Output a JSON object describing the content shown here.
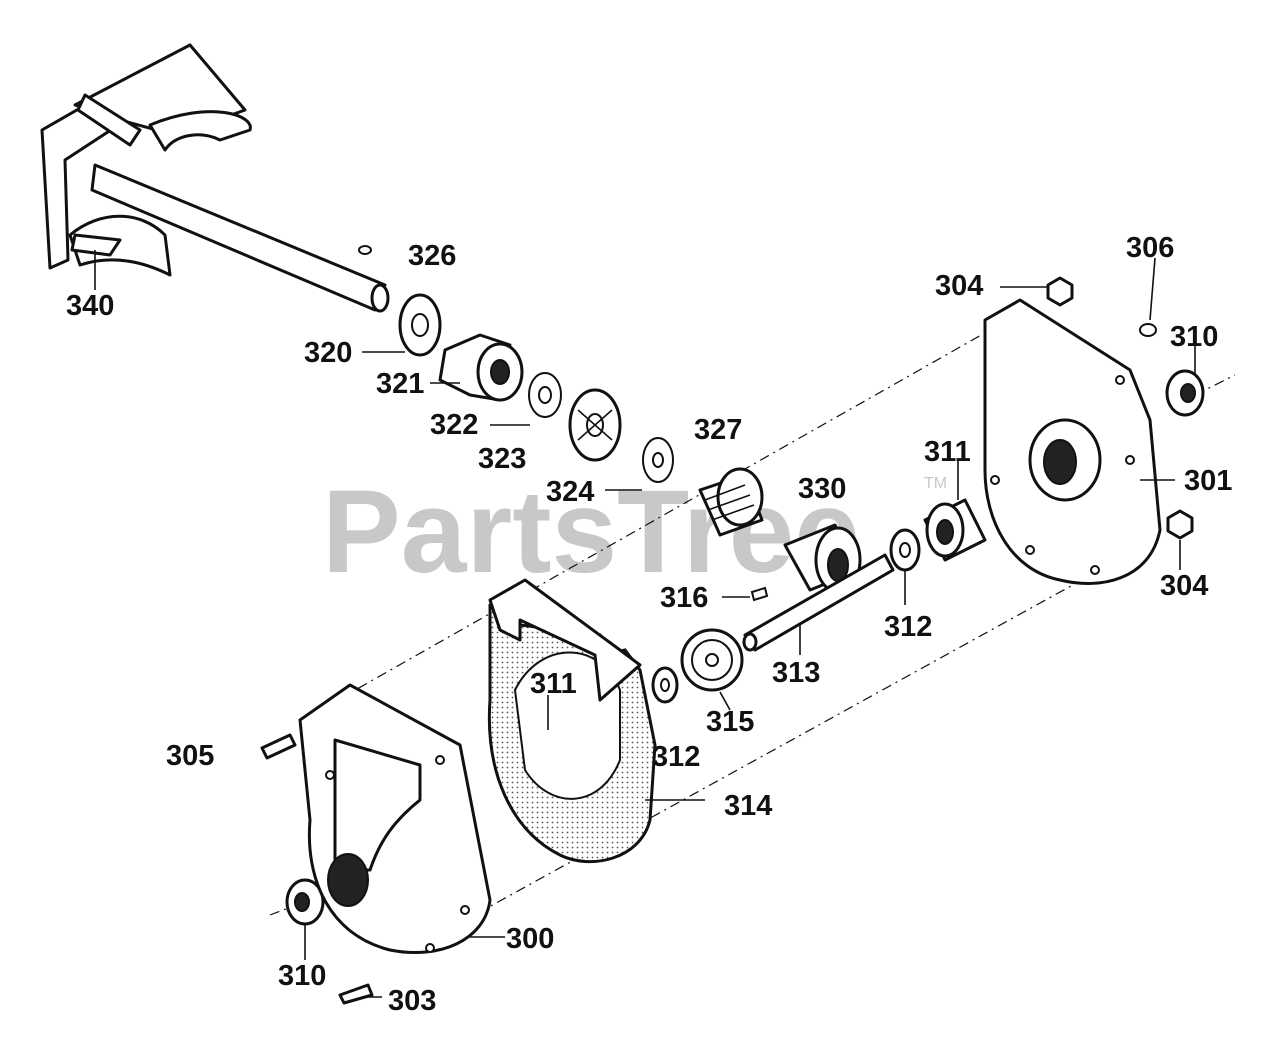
{
  "watermark": {
    "text": "PartsTree",
    "trademark": "TM"
  },
  "callouts": [
    {
      "id": "c340",
      "text": "340"
    },
    {
      "id": "c326",
      "text": "326"
    },
    {
      "id": "c320",
      "text": "320"
    },
    {
      "id": "c321",
      "text": "321"
    },
    {
      "id": "c322",
      "text": "322"
    },
    {
      "id": "c323",
      "text": "323"
    },
    {
      "id": "c324",
      "text": "324"
    },
    {
      "id": "c327",
      "text": "327"
    },
    {
      "id": "c330",
      "text": "330"
    },
    {
      "id": "c311a",
      "text": "311"
    },
    {
      "id": "c304a",
      "text": "304"
    },
    {
      "id": "c306",
      "text": "306"
    },
    {
      "id": "c310a",
      "text": "310"
    },
    {
      "id": "c301",
      "text": "301"
    },
    {
      "id": "c304b",
      "text": "304"
    },
    {
      "id": "c312a",
      "text": "312"
    },
    {
      "id": "c316",
      "text": "316"
    },
    {
      "id": "c313",
      "text": "313"
    },
    {
      "id": "c311b",
      "text": "311"
    },
    {
      "id": "c315",
      "text": "315"
    },
    {
      "id": "c312b",
      "text": "312"
    },
    {
      "id": "c305",
      "text": "305"
    },
    {
      "id": "c314",
      "text": "314"
    },
    {
      "id": "c300",
      "text": "300"
    },
    {
      "id": "c310b",
      "text": "310"
    },
    {
      "id": "c303",
      "text": "303"
    }
  ],
  "colors": {
    "ink": "#111111",
    "watermark": "#c8c8c8",
    "background": "#ffffff"
  }
}
